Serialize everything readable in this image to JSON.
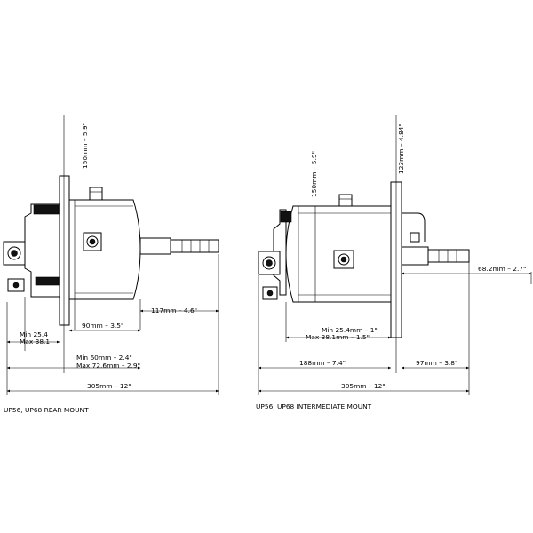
{
  "rear_mount": {
    "height_label": "150mm – 5.9\"",
    "depth_label": "90mm – 3.5\"",
    "shaft_label": "117mm – 4.6\"",
    "min_1": "Min  25.4",
    "max_1": "Max  38.1",
    "min_2": "Min  60mm – 2.4\"",
    "max_2": "Max  72.6mm – 2.9\"",
    "overall_label": "305mm – 12\"",
    "caption": "UP56, UP68 REAR MOUNT"
  },
  "intermediate_mount": {
    "height_label": "150mm – 5.9\"",
    "flange_height_label": "123mm – 4.84\"",
    "offset_label": "68.2mm – 2.7\"",
    "min_1": "Min  25.4mm – 1\"",
    "max_1": "Max  38.1mm – 1.5\"",
    "front_label": "188mm – 7.4\"",
    "rear_label": "97mm – 3.8\"",
    "overall_label": "305mm – 12\"",
    "caption": "UP56, UP68 INTERMEDIATE MOUNT"
  }
}
